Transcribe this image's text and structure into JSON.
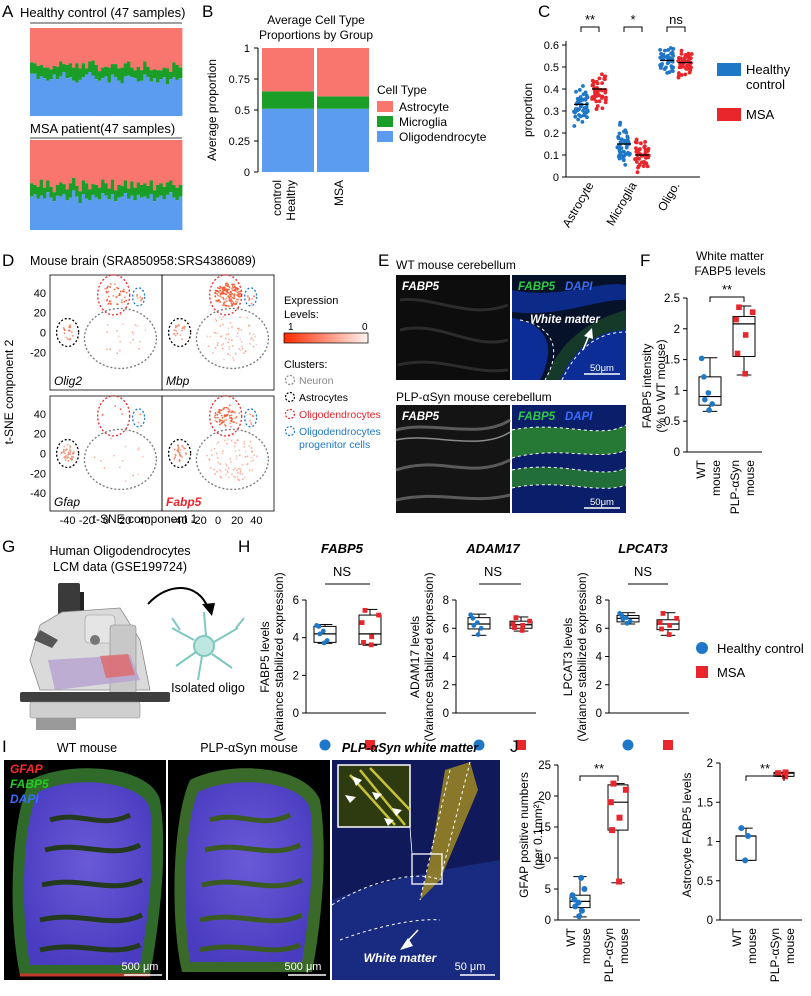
{
  "panels": {
    "A": {
      "letter": "A",
      "healthy_title": "Healthy control (47 samples)",
      "msa_title": "MSA patient(47 samples)",
      "chart_data": {
        "type": "bar",
        "stacked": true,
        "series_colors": {
          "Astrocyte": "#f8766d",
          "Microglia": "#1b9e27",
          "Oligodendrocyte": "#5b9cf0"
        },
        "healthy_microglia_top": [
          0.48,
          0.48,
          0.42,
          0.45,
          0.43,
          0.4,
          0.42,
          0.47,
          0.42,
          0.45,
          0.5,
          0.43,
          0.44,
          0.4,
          0.38,
          0.41,
          0.44,
          0.47,
          0.5,
          0.46,
          0.42,
          0.4,
          0.43,
          0.45,
          0.38,
          0.47,
          0.44,
          0.4,
          0.37,
          0.45,
          0.46,
          0.44,
          0.43,
          0.39,
          0.4,
          0.47,
          0.44,
          0.39,
          0.43,
          0.38,
          0.42,
          0.44,
          0.36,
          0.42,
          0.44,
          0.41,
          0.43
        ],
        "healthy_oligo_top": [
          0.61,
          0.6,
          0.57,
          0.58,
          0.55,
          0.55,
          0.53,
          0.57,
          0.56,
          0.62,
          0.59,
          0.58,
          0.6,
          0.55,
          0.6,
          0.54,
          0.6,
          0.54,
          0.62,
          0.63,
          0.58,
          0.51,
          0.55,
          0.56,
          0.55,
          0.59,
          0.59,
          0.54,
          0.55,
          0.6,
          0.62,
          0.55,
          0.52,
          0.56,
          0.52,
          0.62,
          0.56,
          0.52,
          0.53,
          0.52,
          0.52,
          0.55,
          0.54,
          0.5,
          0.61,
          0.58,
          0.55
        ],
        "msa_microglia_top": [
          0.37,
          0.4,
          0.35,
          0.38,
          0.35,
          0.42,
          0.36,
          0.32,
          0.38,
          0.37,
          0.4,
          0.33,
          0.36,
          0.44,
          0.37,
          0.3,
          0.4,
          0.35,
          0.33,
          0.39,
          0.36,
          0.34,
          0.41,
          0.38,
          0.34,
          0.4,
          0.32,
          0.36,
          0.37,
          0.41,
          0.35,
          0.38,
          0.33,
          0.39,
          0.36,
          0.37,
          0.35,
          0.4,
          0.32,
          0.36,
          0.38,
          0.34,
          0.39,
          0.42,
          0.36,
          0.33,
          0.37
        ],
        "msa_oligo_top": [
          0.52,
          0.5,
          0.48,
          0.56,
          0.47,
          0.55,
          0.48,
          0.42,
          0.5,
          0.53,
          0.51,
          0.45,
          0.52,
          0.58,
          0.49,
          0.43,
          0.55,
          0.52,
          0.45,
          0.51,
          0.5,
          0.47,
          0.56,
          0.52,
          0.46,
          0.56,
          0.44,
          0.5,
          0.49,
          0.55,
          0.46,
          0.54,
          0.47,
          0.53,
          0.5,
          0.52,
          0.49,
          0.55,
          0.44,
          0.5,
          0.52,
          0.48,
          0.53,
          0.55,
          0.5,
          0.47,
          0.5
        ]
      }
    },
    "B": {
      "letter": "B",
      "chart_data": {
        "type": "bar",
        "stacked": true,
        "title": "Average Cell Type Proportions by Group",
        "title_line1": "Average Cell Type",
        "title_line2": "Proportions by Group",
        "ylabel": "Average proportion",
        "categories": [
          "Healthy control",
          "MSA"
        ],
        "category_lines": [
          [
            "Healthy",
            "control"
          ],
          [
            "MSA"
          ]
        ],
        "ylim": [
          0,
          1
        ],
        "yticks": [
          "0",
          "0.25",
          "0.5",
          "0.75",
          "1"
        ],
        "series": [
          {
            "name": "Oligodendrocyte",
            "values": [
              0.51,
              0.51
            ]
          },
          {
            "name": "Microglia",
            "values": [
              0.14,
              0.1
            ]
          },
          {
            "name": "Astrocyte",
            "values": [
              0.35,
              0.39
            ]
          }
        ],
        "legend_title": "Cell Type",
        "legend": [
          "Astrocyte",
          "Microglia",
          "Oligodendrocyte"
        ],
        "colors": {
          "Astrocyte": "#f8766d",
          "Microglia": "#1b9e27",
          "Oligodendrocyte": "#5b9cf0"
        }
      }
    },
    "C": {
      "letter": "C",
      "chart_data": {
        "type": "scatter",
        "ylabel": "proportion",
        "ylim": [
          0,
          0.8
        ],
        "yticks": [
          "0",
          "0.1",
          "0.2",
          "0.3",
          "0.4",
          "0.5",
          "0.6"
        ],
        "categories": [
          "Astrocyte",
          "Microglia",
          "Oligo."
        ],
        "significance": [
          "**",
          "*",
          "ns"
        ],
        "series": [
          {
            "name": "Healthy control",
            "color": "#1f77c7",
            "means": [
              0.33,
              0.15,
              0.53
            ]
          },
          {
            "name": "MSA",
            "color": "#e8262b",
            "means": [
              0.4,
              0.1,
              0.52
            ]
          }
        ],
        "legend": [
          "Healthy control",
          "MSA"
        ],
        "legend_lines": [
          [
            "Healthy",
            "control"
          ],
          [
            "MSA"
          ]
        ]
      }
    },
    "D": {
      "letter": "D",
      "title": "Mouse brain (SRA850958:SRS4386089)",
      "xlabel": "t-SNE component 1",
      "ylabel": "t-SNE component 2",
      "xticks": [
        "-40",
        "-20",
        "0",
        "20",
        "40"
      ],
      "yticks": [
        "40",
        "20",
        "0",
        "-20",
        "-40"
      ],
      "genes": [
        "Olig2",
        "Mbp",
        "Gfap",
        "Fabp5"
      ],
      "expression_title": "Expression",
      "expression_title2": "Levels:",
      "scale_max": "1",
      "scale_min": "0",
      "clusters_title": "Clusters:",
      "clusters": [
        {
          "name": "Neuron",
          "color": "#888888"
        },
        {
          "name": "Astrocytes",
          "color": "#000000"
        },
        {
          "name": "Oligodendrocytes",
          "color": "#e8262b"
        },
        {
          "name": "Oligodendrocytes progenitor cells",
          "color": "#1f77c7",
          "lines": [
            "Oligodendrocytes",
            "progenitor cells"
          ]
        }
      ]
    },
    "E": {
      "letter": "E",
      "wt_title": "WT mouse cerebellum",
      "plp_title": "PLP-αSyn mouse cerebellum",
      "fabp5_label": "FABP5",
      "merge_label_green": "FABP5",
      "merge_label_blue": "DAPI",
      "white_matter_label": "White matter",
      "scale_bar": "50μm"
    },
    "F": {
      "letter": "F",
      "chart_data": {
        "type": "box",
        "title": "White matter FABP5 levels",
        "title_line1": "White matter",
        "title_line2": "FABP5 levels",
        "ylabel": "FABP5 intensity",
        "ylabel2": "(% to WT mouse)",
        "ylim": [
          0,
          2.5
        ],
        "yticks": [
          "0",
          "0.5",
          "1",
          "1.5",
          "2",
          "2.5"
        ],
        "categories": [
          "WT mouse",
          "PLP-αSyn mouse"
        ],
        "category_lines": [
          [
            "WT",
            "mouse"
          ],
          [
            "PLP-αSyn",
            "mouse"
          ]
        ],
        "significance": "**",
        "groups": [
          {
            "name": "WT mouse",
            "color": "#1f77c7",
            "points": [
              0.68,
              0.78,
              0.85,
              0.96,
              1.22,
              1.52
            ],
            "q1": 0.76,
            "median": 0.9,
            "q3": 1.22,
            "min": 0.66,
            "max": 1.53
          },
          {
            "name": "PLP-αSyn mouse",
            "color": "#e8262b",
            "points": [
              1.27,
              1.6,
              1.9,
              2.15,
              2.27,
              2.35
            ],
            "q1": 1.55,
            "median": 2.08,
            "q3": 2.2,
            "min": 1.25,
            "max": 2.37
          }
        ]
      }
    },
    "G": {
      "letter": "G",
      "title_line1": "Human Oligodendrocytes",
      "title_line2": "LCM data (GSE199724)",
      "isolated_label": "Isolated oligo"
    },
    "H": {
      "letter": "H",
      "legend": [
        {
          "name": "Healthy control",
          "color": "#1f77c7",
          "shape": "circle"
        },
        {
          "name": "MSA",
          "color": "#e8262b",
          "shape": "square"
        }
      ],
      "chart_data": [
        {
          "type": "box",
          "title": "FABP5",
          "significance": "NS",
          "ylabel": "FABP5 levels",
          "ylabel2": "(Variance stabilized expression)",
          "ylim": [
            0,
            6
          ],
          "yticks": [
            "0",
            "2",
            "4",
            "6"
          ],
          "groups": [
            {
              "name": "Healthy control",
              "q1": 3.75,
              "median": 4.2,
              "q3": 4.6,
              "min": 3.7,
              "max": 4.7,
              "points": [
                3.72,
                3.85,
                4.2,
                4.35,
                4.6,
                4.65
              ]
            },
            {
              "name": "MSA",
              "q1": 3.65,
              "median": 4.2,
              "q3": 5.2,
              "min": 3.6,
              "max": 5.5,
              "points": [
                3.62,
                3.75,
                4.05,
                4.8,
                5.2,
                5.45
              ]
            }
          ]
        },
        {
          "type": "box",
          "title": "ADAM17",
          "significance": "NS",
          "ylabel": "ADAM17 levels",
          "ylabel2": "(Variance stabilized expression)",
          "ylim": [
            0,
            8
          ],
          "yticks": [
            "0",
            "2",
            "4",
            "6",
            "8"
          ],
          "groups": [
            {
              "name": "Healthy control",
              "q1": 5.95,
              "median": 6.3,
              "q3": 6.75,
              "min": 5.5,
              "max": 7.0,
              "points": [
                5.55,
                6.0,
                6.2,
                6.4,
                6.7,
                6.95
              ]
            },
            {
              "name": "MSA",
              "q1": 6.0,
              "median": 6.25,
              "q3": 6.5,
              "min": 5.8,
              "max": 6.8,
              "points": [
                5.85,
                6.05,
                6.2,
                6.3,
                6.5,
                6.75
              ]
            }
          ]
        },
        {
          "type": "box",
          "title": "LPCAT3",
          "significance": "NS",
          "ylabel": "LPCAT3 levels",
          "ylabel2": "(Variance stabilized expression)",
          "ylim": [
            0,
            8
          ],
          "yticks": [
            "0",
            "2",
            "4",
            "6",
            "8"
          ],
          "groups": [
            {
              "name": "Healthy control",
              "q1": 6.45,
              "median": 6.7,
              "q3": 6.9,
              "min": 6.3,
              "max": 7.1,
              "points": [
                6.35,
                6.5,
                6.65,
                6.75,
                6.9,
                7.05
              ]
            },
            {
              "name": "MSA",
              "q1": 5.9,
              "median": 6.3,
              "q3": 6.6,
              "min": 5.5,
              "max": 7.1,
              "points": [
                5.55,
                5.95,
                6.2,
                6.4,
                6.7,
                7.05
              ]
            }
          ]
        }
      ]
    },
    "I": {
      "letter": "I",
      "wt_title": "WT mouse",
      "plp_title": "PLP-αSyn mouse",
      "wm_title": "PLP-αSyn white matter",
      "gfap_label": "GFAP",
      "fabp5_label": "FABP5",
      "dapi_label": "DAPI",
      "scale_500_a": "500 μm",
      "scale_500_b": "500 μm",
      "scale_50": "50 μm",
      "white_matter_label": "White matter"
    },
    "J": {
      "letter": "J",
      "chart_data": [
        {
          "type": "box",
          "ylabel": "GFAP positive numbers",
          "ylabel2": "(per 0.1mm²)",
          "ylim": [
            0,
            25
          ],
          "yticks": [
            "0",
            "5",
            "10",
            "15",
            "20",
            "25"
          ],
          "categories": [
            "WT mouse",
            "PLP-αSyn mouse"
          ],
          "category_lines": [
            [
              "WT",
              "mouse"
            ],
            [
              "PLP-αSyn",
              "mouse"
            ]
          ],
          "significance": "**",
          "groups": [
            {
              "name": "WT mouse",
              "color": "#1f77c7",
              "q1": 2.0,
              "median": 3.0,
              "q3": 4.0,
              "min": 0.5,
              "max": 7.0,
              "points": [
                0.6,
                1.5,
                2.2,
                2.8,
                3.3,
                4.0,
                5.0,
                6.8
              ]
            },
            {
              "name": "PLP-αSyn mouse",
              "color": "#e8262b",
              "q1": 14.5,
              "median": 19.0,
              "q3": 21.8,
              "min": 6.0,
              "max": 22.0,
              "points": [
                6.2,
                14.5,
                16.5,
                19.0,
                21.0,
                22.0
              ]
            }
          ]
        },
        {
          "type": "box",
          "ylabel": "Astrocyte FABP5 levels",
          "ylim": [
            0,
            2
          ],
          "yticks": [
            "0",
            "0.5",
            "1",
            "1.5",
            "2"
          ],
          "categories": [
            "WT mouse",
            "PLP-αSyn mouse"
          ],
          "category_lines": [
            [
              "WT",
              "mouse"
            ],
            [
              "PLP-αSyn",
              "mouse"
            ]
          ],
          "significance": "**",
          "groups": [
            {
              "name": "WT mouse",
              "color": "#1f77c7",
              "q1": 0.76,
              "median": 1.07,
              "q3": 1.07,
              "min": 0.76,
              "max": 1.17,
              "points": [
                0.76,
                1.07,
                1.17
              ]
            },
            {
              "name": "PLP-αSyn mouse",
              "color": "#e8262b",
              "q1": 1.83,
              "median": 1.87,
              "q3": 1.88,
              "min": 1.83,
              "max": 1.88,
              "points": [
                1.83,
                1.87,
                1.88
              ]
            }
          ]
        }
      ]
    }
  }
}
